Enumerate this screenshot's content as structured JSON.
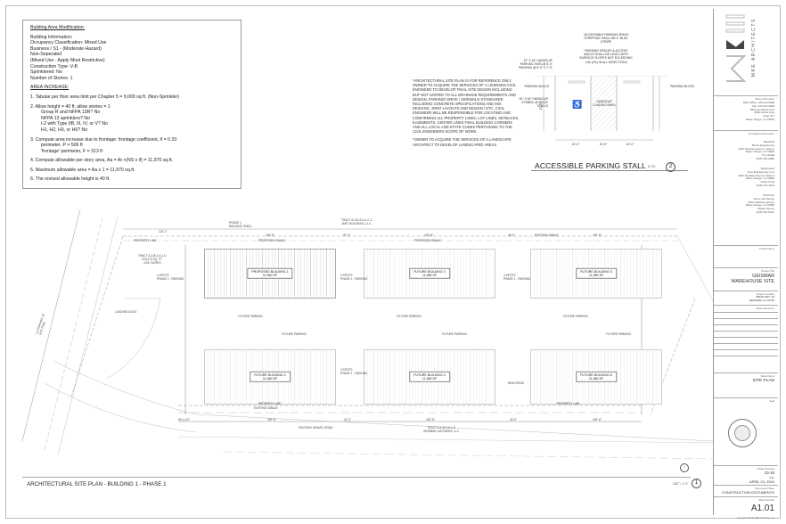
{
  "notes_box": {
    "title": "Building Area Modification:",
    "building_info_header": "Building Information:",
    "lines": [
      "Occupancy Classification: Mixed Use",
      "Business / S1 - (Moderate Hazard)",
      "Non-Seperated",
      "(Mixed Use - Apply Most Restrictive)",
      "Construction Type: V-B",
      "Sprinklered: No",
      "Number of Stories: 1"
    ],
    "area_increase_header": "AREA INCREASE:",
    "items": [
      "1. Tabular per floor area limit per Chapter 5 = 9,000 sq ft. (Non-Sprinkler)",
      "2. Allow height = 40 ft; allow stories = 1",
      "3. Compute area increase due to frontage: frontage coefficient, if = 0.33",
      "4. Compute allowable per story area, Aa = At +(NS x if) = 11,970 sq.ft.",
      "5. Maximum allowable area = Aa x 1 = 11,970 sq.ft.",
      "6. The revised allowable height is 40 ft."
    ],
    "item2_sub": [
      "Group R and NFPA 13R? No",
      "NFPA 13 sprinklers? No",
      "I-2 with Type IIB, III, IV, or V? No",
      "H1, H2, H3, or H5? No"
    ],
    "item3_sub": [
      "perimeter, P = 506 ft",
      "'frontage' perimeter, F = 313 ft"
    ]
  },
  "general_notes": {
    "note1": "*ARCHITECTURAL SITE PLAN IS FOR REFERENCE ONLY. OWNER TO ACQUIRE THE SERVICES OF A LICENSED CIVIL ENGINEER TO DEVELOP FINAL SITE DESIGN INCLUDING BUT NOT LIMITED TO ALL DRAINAGE REQUIREMENTS AND DESIGN, PARKING/ DRIVE / SIDEWALK STANDARDS INCLUDING CONCRETE SPECIFICATIONS AND MIX DESIGNS, JOINT LAYOUTS AND DESIGN / ETC. CIVIL ENGINEER WILL BE RESPONSIBLE FOR LOCATING AND CONFIRMING ALL PROPERTY LINES, LOT LINES, SETBACKS, EASEMENTS, CENTER LINES FINAL BUILDING CORNERS AND ALL LOCAL AND STATE CODES PERTAINING TO THE CIVIL ENGINEERS SCOPE OF WORK.",
    "note2": "*OWNER TO ACQUIRE THE SERVICES OF A LANDSCAPE ARCHITECT TO DEVELOP LANDSCAPED AREAS"
  },
  "parking_detail": {
    "note_top1": "*ACCESSIBLE PARKING SPACE STRIPPING SHALL BE 4\" BLUE STRIPE",
    "note_top2": "*PARKING SPACES & ACCESS AISLES SHALL BE LEVEL WITH SURFACE SLOPES NOT EXCEEDING 1:50 (2%) IN ALL DIRECTIONS",
    "sign_note": "12\" X 18\" HANDICAP PARKING SIGN @ 8'-0\" PARKING @ 8'-0\" X 7'-0\"",
    "symbol_note": "30\" X 36\" HANDICAP SYMBOL @ REQ'D STALLS",
    "parking_block_left": "PARKING BLOCK",
    "parking_block_right": "PARKING BLOCK",
    "loading_area": "HANDICAP LOADING AREA",
    "dims": [
      "10'-0\"",
      "10'-0\"",
      "10'-0\""
    ],
    "depth": "20'-0\"",
    "title": "ACCESSIBLE PARKING STALL",
    "scale": "N.T.S.",
    "detail_number": "2"
  },
  "site_plan": {
    "title": "ARCHITECTURAL SITE PLAN - BUILDING 1 - PHASE 1",
    "scale": "1/32\" = 1'-0\"",
    "detail_number": "1",
    "tract_main": "TRACT A-2-B-2-A-1-D\n215,273 SQ. FT.\n4.937 ACRES",
    "tract_north": "TRACT A-2-B-2-A-1-C-1\nJANT HOLDINGS, LLC",
    "tract_south": "TRACT A-2-B-2-A-1-E\nGEISMAR LAFOURKE, LLC",
    "phase_label": "PHASE 1 -\nBUILDING SHELL",
    "road_label": "LA HIGHWAY 30\n(100' R/W)",
    "gravel_road": "EXISTING GRAVEL ROAD",
    "loading_dock": "LOADING DOCK",
    "new_drive": "NEW DRIVE",
    "property_line": "PROPERTY LINE",
    "proposed_swale": "PROPOSED SWALE",
    "existing_swale": "EXISTING SWALE",
    "future_parking": "FUTURE PARKING",
    "parking_4": "4 SPOTS\nPHASE 1 - PARKING",
    "parking_3": "3 SPOTS\nPHASE 1 - PARKING",
    "buildings": [
      {
        "name": "PROPOSED BUILDING 1",
        "area": "11,960 SF"
      },
      {
        "name": "FUTURE BUILDING 3",
        "area": "11,960 SF"
      },
      {
        "name": "FUTURE BUILDING 5",
        "area": "11,960 SF"
      },
      {
        "name": "FUTURE BUILDING 2",
        "area": "11,960 SF"
      },
      {
        "name": "FUTURE BUILDING 4",
        "area": "11,960 SF"
      },
      {
        "name": "FUTURE BUILDING 6",
        "area": "11,960 SF"
      }
    ],
    "dims_top": [
      "123'-1\"",
      "192'-8\"",
      "47'-0\"",
      "192'-8\"",
      "40'-0\"",
      "192'-8\""
    ],
    "dims_bottom": [
      "83'-4 1/2\"",
      "192'-8\"",
      "47'-0\"",
      "192'-8\"",
      "40'-0\"",
      "192'-8\""
    ],
    "dim_between": "40'-0\""
  },
  "title_block": {
    "firm_logo": "MKE",
    "firm_name": "MKE ARCHITECTS",
    "office_info_label": "Office Information",
    "office_info": "Main Office: 225.413.9098\nFax: 225.413.9099\nMKE-Architects.com\n9800 Airline Hwy\nSuite 217\nBaton Rouge, LA 70816",
    "consultants_label": "Consultants Information",
    "consultants": [
      "Electrical\nMeraz Engineering\n1100 Poydras Avenue, Suite C\nBaton Rouge, LA 70808\nTim Nobak\n(225) 416-0980",
      "Mechanical\nCore Engineering, LLC\n1100 Poydras Avenue, Suite C\nBaton Rouge, LA 70808\nTravis Cody\n(225) 741-1913",
      "Structural\nSumo and Spivey\n8101 Jeffeline Avenue\nBaton Rouge, LA 70808\nShawn Spivey\n(225) 607-8421"
    ],
    "project_name_label": "Project Name",
    "project_title_label": "Project Title",
    "project_title": "GEISMAR WAREHOUSE SITE",
    "project_location_label": "Project Location",
    "project_location": "36030 HWY. 30\nGEISMAR, LA 70734",
    "sheet_revisions_label": "Sheet Revisions",
    "sheet_name_label": "Sheet Name",
    "sheet_name": "SITE PLAN",
    "seal_label": "Seal",
    "project_number_label": "Project Number",
    "project_number": "23-19",
    "date_label": "Date",
    "date": "APRIL 24, 2024",
    "document_phase_label": "Document Phase",
    "document_phase": "CONSTRUCTION DOCUMENTS",
    "sheet_number_label": "Sheet Number",
    "sheet_number": "A1.01",
    "copyright": "Copyright 2017 by MKE Architects, LLC"
  }
}
